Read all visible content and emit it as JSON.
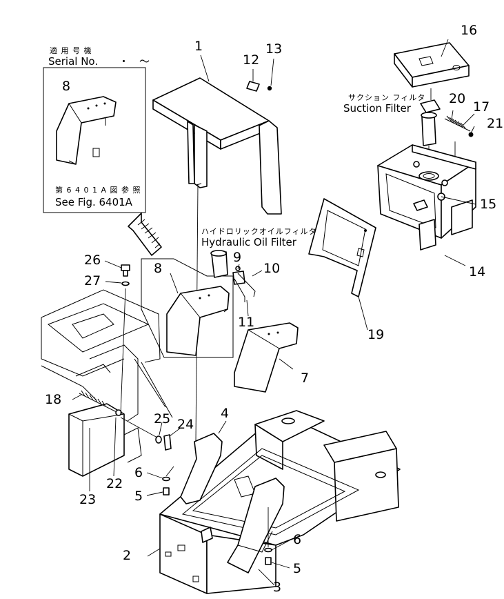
{
  "diagram": {
    "inset": {
      "serial_jp": "適 用 号 機",
      "serial_en": "Serial No.",
      "serial_range": "・　～",
      "part_no": "8",
      "see_fig_jp": "第 6 4 0 1 A 図 参 照",
      "see_fig_en": "See Fig. 6401A"
    },
    "callouts": {
      "hydraulic_filter_jp": "ハイドロリックオイルフィルタ",
      "hydraulic_filter_en": "Hydraulic Oil Filter",
      "suction_filter_jp": "サクション フィルタ",
      "suction_filter_en": "Suction Filter"
    },
    "part_numbers": {
      "p1": "1",
      "p2": "2",
      "p3": "3",
      "p4": "4",
      "p5a": "5",
      "p5b": "5",
      "p6a": "6",
      "p6b": "6",
      "p7": "7",
      "p8": "8",
      "p9": "9",
      "p10": "10",
      "p11": "11",
      "p12": "12",
      "p13": "13",
      "p14": "14",
      "p15": "15",
      "p16": "16",
      "p17": "17",
      "p18": "18",
      "p19": "19",
      "p20": "20",
      "p21": "21",
      "p22": "22",
      "p23": "23",
      "p24": "24",
      "p25": "25",
      "p26": "26",
      "p27": "27"
    }
  }
}
